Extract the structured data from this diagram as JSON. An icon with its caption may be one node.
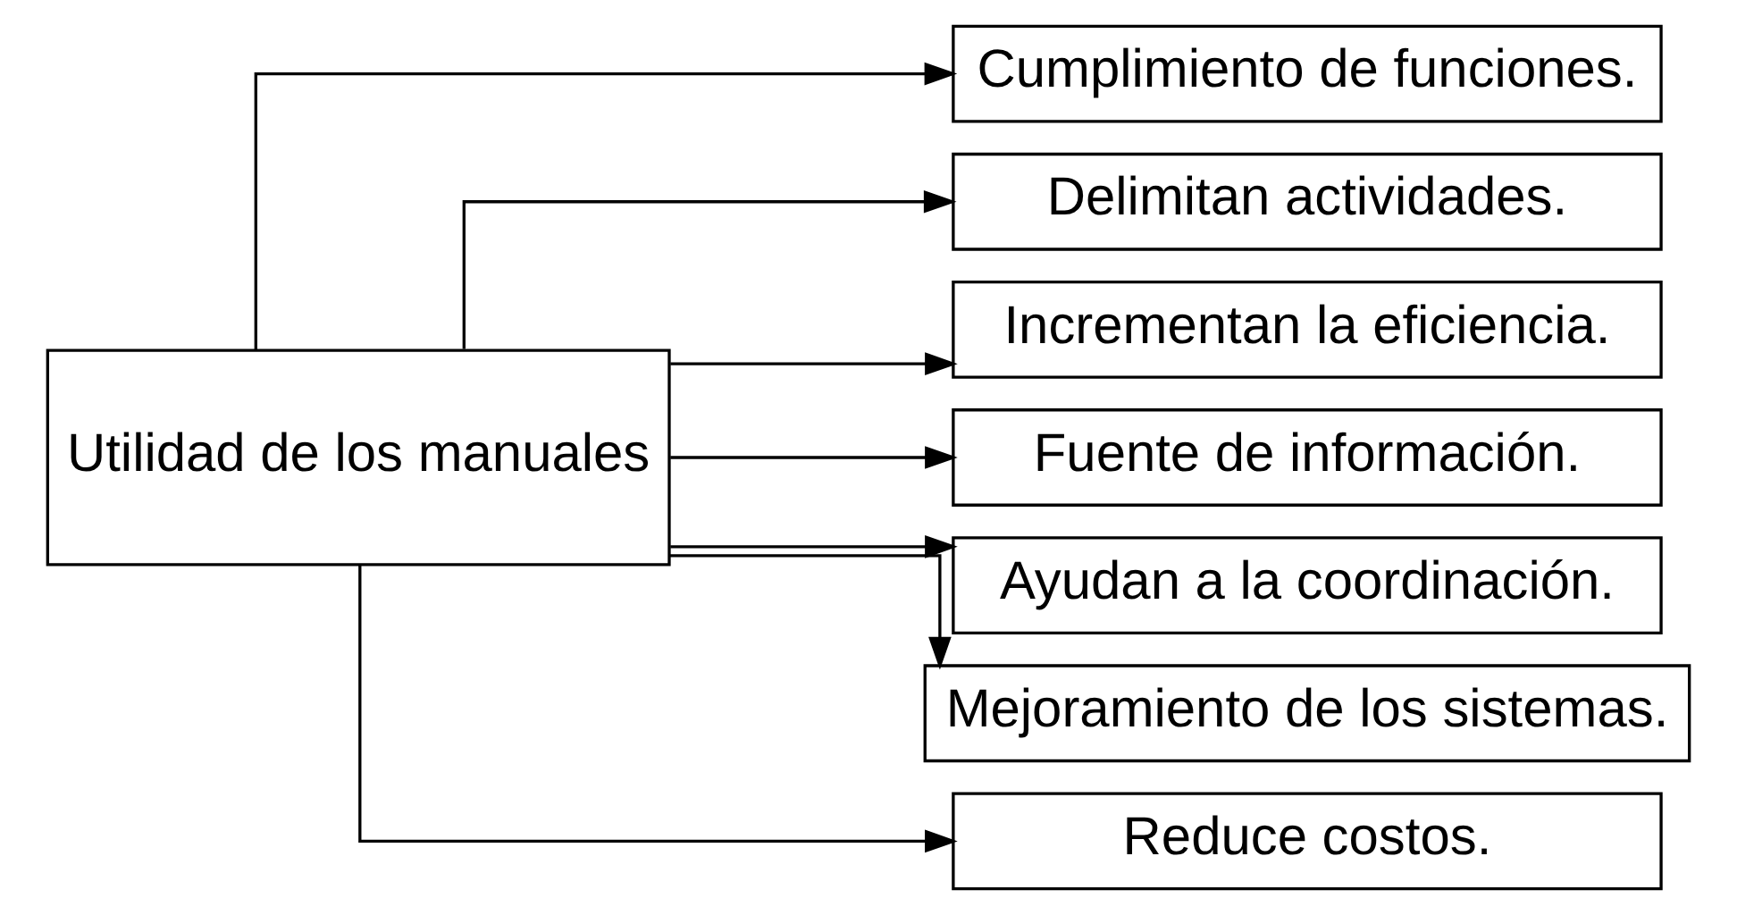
{
  "diagram": {
    "nodes": [
      {
        "text": [
          "Utilidad de los manuales"
        ]
      },
      {
        "text": [
          "Cumplimiento de funciones."
        ]
      },
      {
        "text": [
          "Delimitan actividades."
        ]
      },
      {
        "text": [
          "Incrementan la eficiencia."
        ]
      },
      {
        "text": [
          "Fuente de información."
        ]
      },
      {
        "text": [
          "Ayudan a la coordinación."
        ]
      },
      {
        "text": [
          "Mejoramiento de los sistemas."
        ]
      },
      {
        "text": [
          "Reduce costos."
        ]
      }
    ],
    "edges": [
      {
        "from": 0,
        "to": 1,
        "arrow": "to"
      },
      {
        "from": 0,
        "to": 2,
        "arrow": "to"
      },
      {
        "from": 0,
        "to": 3,
        "arrow": "to"
      },
      {
        "from": 0,
        "to": 4,
        "arrow": "to"
      },
      {
        "from": 0,
        "to": 5,
        "arrow": "to"
      },
      {
        "from": 0,
        "to": 6,
        "arrow": "to"
      },
      {
        "from": 0,
        "to": 7,
        "arrow": "to"
      }
    ]
  }
}
